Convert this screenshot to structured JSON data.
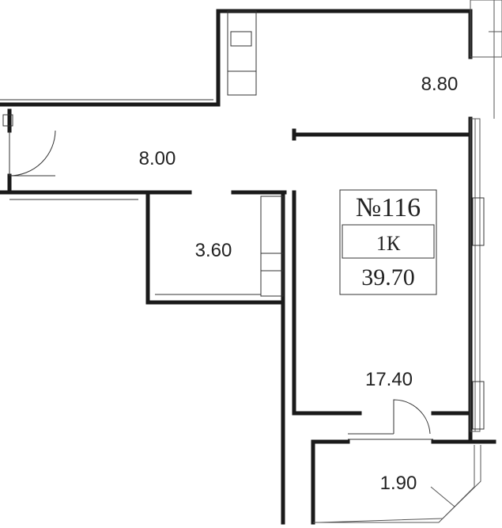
{
  "apartment": {
    "number": "№116",
    "type": "1К",
    "total_area": "39.70"
  },
  "rooms": [
    {
      "id": "room-kitchen",
      "area": "8.80"
    },
    {
      "id": "room-hallway",
      "area": "8.00"
    },
    {
      "id": "room-bathroom",
      "area": "3.60"
    },
    {
      "id": "room-living",
      "area": "17.40"
    },
    {
      "id": "room-balcony",
      "area": "1.90"
    }
  ]
}
